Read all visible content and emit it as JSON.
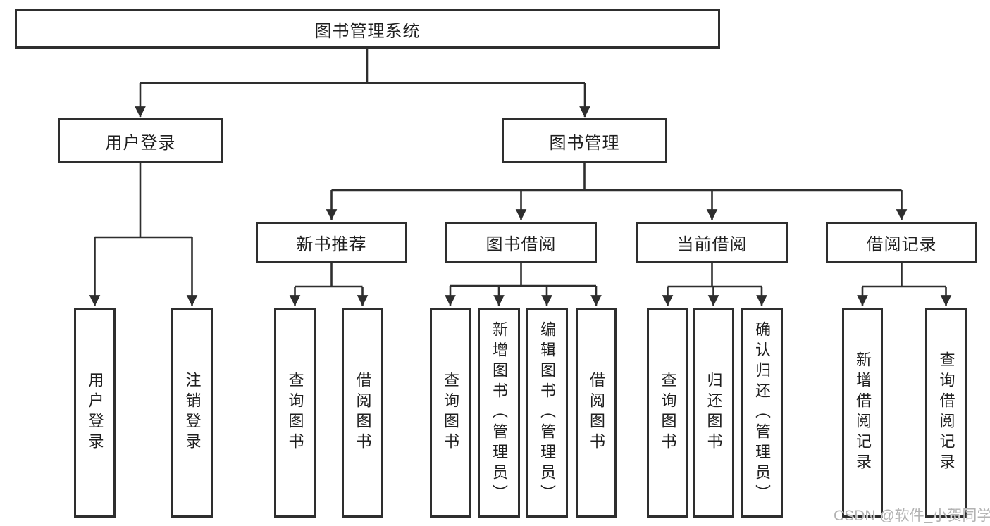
{
  "diagram": {
    "title": "图书管理系统",
    "line_color": "#2e2e2e",
    "box_border_color": "#2e2e2e",
    "background_color": "#ffffff",
    "level2": {
      "user_login": "用户登录",
      "book_mgmt": "图书管理"
    },
    "level3": {
      "new_book_rec": "新书推荐",
      "book_borrow": "图书借阅",
      "current_borrow": "当前借阅",
      "borrow_records": "借阅记录"
    },
    "leaves": {
      "ul_login": "用户登录",
      "ul_logout": "注销登录",
      "nbr_query": "查询图书",
      "nbr_borrow": "借阅图书",
      "bb_query": "查询图书",
      "bb_add": "新增图书（管理员）",
      "bb_edit": "编辑图书（管理员）",
      "bb_borrow": "借阅图书",
      "cb_query": "查询图书",
      "cb_return": "归还图书",
      "cb_confirm": "确认归还（管理员）",
      "br_add": "新增借阅记录",
      "br_query": "查询借阅记录"
    }
  },
  "watermark": {
    "text": "CSDN @软件_小贺同学",
    "color": "#b2b2b2"
  }
}
